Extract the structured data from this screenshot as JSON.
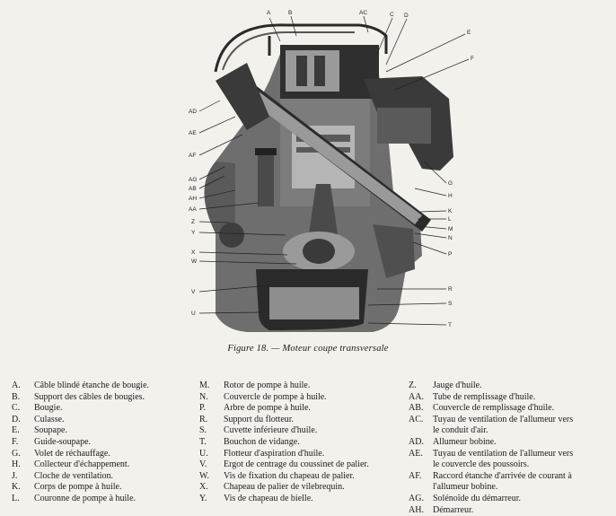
{
  "figure": {
    "caption": "Figure 18. — Moteur coupe transversale",
    "callouts": [
      "A",
      "B",
      "AC",
      "C",
      "D",
      "E",
      "F",
      "AD",
      "AE",
      "AF",
      "AG",
      "AB",
      "AH",
      "AA",
      "Z",
      "Y",
      "X",
      "W",
      "V",
      "U",
      "G",
      "H",
      "K",
      "L",
      "M",
      "N",
      "P",
      "R",
      "S",
      "T"
    ]
  },
  "legend": {
    "col1": [
      {
        "key": "A.",
        "text": "Câble blindé étanche de bougie."
      },
      {
        "key": "B.",
        "text": "Support des câbles de bougies."
      },
      {
        "key": "C.",
        "text": "Bougie."
      },
      {
        "key": "D.",
        "text": "Culasse."
      },
      {
        "key": "E.",
        "text": "Soupape."
      },
      {
        "key": "F.",
        "text": "Guide-soupape."
      },
      {
        "key": "G.",
        "text": "Volet de réchauffage."
      },
      {
        "key": "H.",
        "text": "Collecteur d'échappement."
      },
      {
        "key": "J.",
        "text": "Cloche de ventilation."
      },
      {
        "key": "K.",
        "text": "Corps de pompe à huile."
      },
      {
        "key": "L.",
        "text": "Couronne de pompe à huile."
      }
    ],
    "col2": [
      {
        "key": "M.",
        "text": "Rotor de pompe à huile."
      },
      {
        "key": "N.",
        "text": "Couvercle de pompe à huile."
      },
      {
        "key": "P.",
        "text": "Arbre de pompe à huile."
      },
      {
        "key": "R.",
        "text": "Support du flotteur."
      },
      {
        "key": "S.",
        "text": "Cuvette inférieure d'huile."
      },
      {
        "key": "T.",
        "text": "Bouchon de vidange."
      },
      {
        "key": "U.",
        "text": "Flotteur d'aspiration d'huile."
      },
      {
        "key": "V.",
        "text": "Ergot de centrage du coussinet de palier."
      },
      {
        "key": "W.",
        "text": "Vis de fixation du chapeau de palier."
      },
      {
        "key": "X.",
        "text": "Chapeau de palier de vilebrequin."
      },
      {
        "key": "Y.",
        "text": "Vis de chapeau de bielle."
      }
    ],
    "col3": [
      {
        "key": "Z.",
        "text": "Jauge d'huile."
      },
      {
        "key": "AA.",
        "text": "Tube de remplissage d'huile."
      },
      {
        "key": "AB.",
        "text": "Couvercle de remplissage d'huile."
      },
      {
        "key": "AC.",
        "text": "Tuyau de ventilation de l'allumeur vers\nle conduit d'air."
      },
      {
        "key": "AD.",
        "text": "Allumeur bobine."
      },
      {
        "key": "AE.",
        "text": "Tuyau de ventilation de l'allumeur vers\nle couvercle des poussoirs."
      },
      {
        "key": "AF.",
        "text": "Raccord étanche d'arrivée de courant à\nl'allumeur bobine."
      },
      {
        "key": "AG.",
        "text": "Solénoïde du démarreur."
      },
      {
        "key": "AH.",
        "text": "Démarreur."
      }
    ]
  },
  "colors": {
    "paper": "#f3f1ec",
    "ink": "#1b1b1b",
    "metal": "#3a3a3a",
    "shade": "#8a8a8a"
  }
}
